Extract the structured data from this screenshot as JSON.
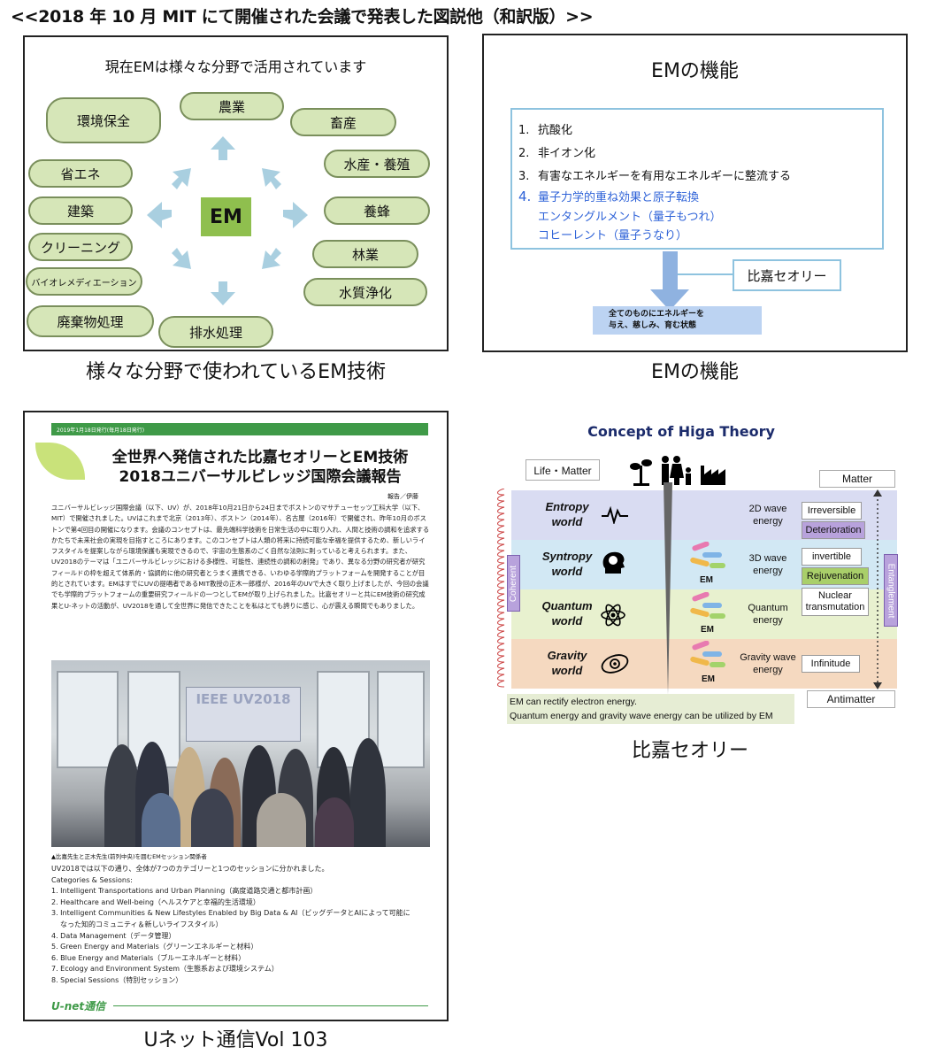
{
  "page_title": "<<2018 年 10 月 MIT にて開催された会議で発表した図説他（和訳版）>>",
  "panel1": {
    "heading": "現在EMは様々な分野で活用されています",
    "center": "EM",
    "fields": [
      "環境保全",
      "農業",
      "畜産",
      "水産・養殖",
      "省エネ",
      "建築",
      "養蜂",
      "クリーニング",
      "林業",
      "バイオレメディエーション",
      "水質浄化",
      "廃棄物処理",
      "排水処理"
    ],
    "caption": "様々な分野で使われているEM技術"
  },
  "panel2": {
    "heading": "EMの機能",
    "items": [
      {
        "num": "1.",
        "text": "抗酸化"
      },
      {
        "num": "2.",
        "text": "非イオン化"
      },
      {
        "num": "3.",
        "text": "有害なエネルギーを有用なエネルギーに整流する"
      },
      {
        "num": "4.",
        "text": "量子力学的重ね効果と原子転換"
      }
    ],
    "item4_lines": [
      "エンタングルメント（量子もつれ）",
      "コヒーレント（量子うなり）"
    ],
    "higa_label": "比嘉セオリー",
    "bottom_lines": [
      "全てのものにエネルギーを",
      "与え、慈しみ、育む状態"
    ],
    "caption": "EMの機能"
  },
  "panel3": {
    "header_bar": "2019年1月18日発行(毎月18日発行)",
    "title_line1": "全世界へ発信された比嘉セオリーとEM技術",
    "title_line2": "2018ユニバーサルビレッジ国際会議報告",
    "author": "報告／伊藤",
    "body": "ユニバーサルビレッジ国際会議（以下、UV）が、2018年10月21日から24日までボストンのマサチューセッツ工科大学（以下、MIT）で開催されました。UVはこれまで北京（2013年）、ボストン（2014年）、名古屋（2016年）で開催され、昨年10月のボストンで第4回目の開催になります。会議のコンセプトは、最先端科学技術を日常生活の中に取り入れ、人間と技術の調和を追求するかたちで未来社会の実現を目指すところにあります。このコンセプトは人類の将来に持続可能な幸福を提供するため、新しいライフスタイルを提案しながら環境保護も実現できるので、宇宙の生態系のごく自然な法則に則っていると考えられます。また、UV2018のテーマは「ユニバーサルビレッジにおける多様性、可能性、連続性の調和の創発」であり、異なる分野の研究者が研究フィールドの枠を超えて体系的・協調的に他の研究者とうまく連携できる、いわゆる学際的プラットフォームを開発することが目的とされています。EMはすでにUVの提唱者であるMIT教授の正木一郎様が、2016年のUVで大きく取り上げましたが、今回の会議でも学際的プラットフォームの重要研究フィールドの一つとしてEMが取り上げられました。比嘉セオリーと共にEM技術の研究成果とU-ネットの活動が、UV2018を通して全世界に発信できたことを私はとても誇りに感じ、心が震える瞬間でもありました。",
    "photo_sign": "IEEE UV2018",
    "photo_caption": "▲比嘉先生と正木先生(前列中央)を囲むEMセッション関係者",
    "list_intro": "UV2018では以下の通り、全体が7つのカテゴリーと1つのセッションに分かれました。",
    "list_title": "Categories & Sessions:",
    "list": [
      "1. Intelligent Transportations and Urban Planning（高度道路交通と都市計画）",
      "2. Healthcare and Well-being（ヘルスケアと幸福的生活環境）",
      "3. Intelligent Communities & New Lifestyles Enabled by Big Data & AI（ビッグデータとAIによって可能に",
      "    なった知的コミュニティ＆新しいライフスタイル）",
      "4. Data Management（データ管理）",
      "5. Green Energy and Materials（グリーンエネルギーと材料）",
      "6. Blue Energy and Materials（ブルーエネルギーと材料）",
      "7. Ecology and Environment System（生態系および環境システム）",
      "8. Special Sessions（特別セッション）"
    ],
    "logo": "U-net通信",
    "caption": "Uネット通信Vol 103"
  },
  "panel4": {
    "title": "Concept of Higa Theory",
    "life_matter": "Life・Matter",
    "matter": "Matter",
    "antimatter": "Antimatter",
    "coherent": "Coherent",
    "entanglement": "Entanglement",
    "em": "EM",
    "bands": [
      {
        "name": [
          "Entropy",
          "world"
        ],
        "energy": [
          "2D wave",
          "energy"
        ],
        "tags": [
          "Irreversible",
          "Deterioration"
        ],
        "color": "#d9dcf2"
      },
      {
        "name": [
          "Syntropy",
          "world"
        ],
        "energy": [
          "3D wave",
          "energy"
        ],
        "tags": [
          "invertible",
          "Rejuvenation"
        ],
        "color": "#d2e8f4"
      },
      {
        "name": [
          "Quantum",
          "world"
        ],
        "energy": [
          "Quantum",
          "energy"
        ],
        "tags": [
          "Nuclear transmutation"
        ],
        "color": "#e8f1cf"
      },
      {
        "name": [
          "Gravity",
          "world"
        ],
        "energy": [
          "Gravity wave",
          "energy"
        ],
        "tags": [
          "Infinitude"
        ],
        "color": "#f5d9c0"
      }
    ],
    "note_lines": [
      "EM can rectify electron energy.",
      "Quantum energy and gravity wave energy can be utilized by EM"
    ],
    "caption": "比嘉セオリー"
  }
}
